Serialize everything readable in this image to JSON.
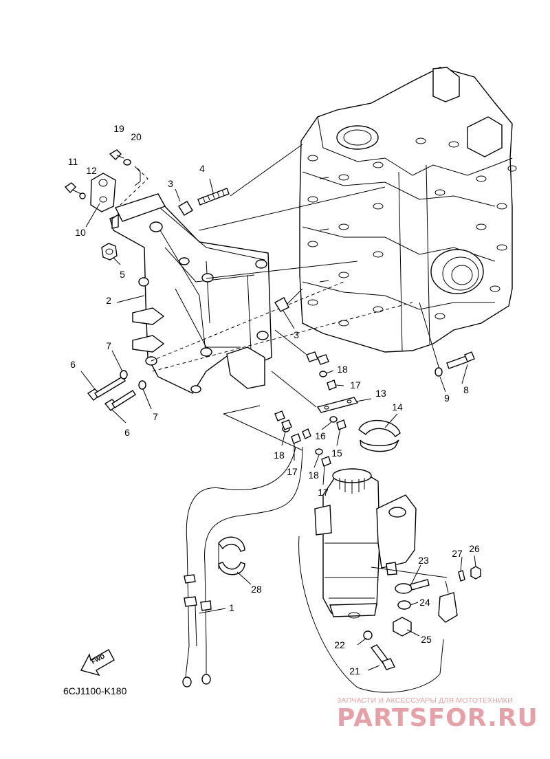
{
  "diagram": {
    "code": "6CJ1100-K180",
    "fwd_label": "FWD",
    "watermark": {
      "tagline": "ЗАПЧАСТИ И АКСЕССУАРЫ ДЛЯ МОТОТЕХНИКИ",
      "brand": "PARTSFOR.RU",
      "color": "#e6a0a8"
    },
    "callouts": {
      "c1": "1",
      "c2": "2",
      "c3a": "3",
      "c3b": "3",
      "c4": "4",
      "c5": "5",
      "c6a": "6",
      "c6b": "6",
      "c7a": "7",
      "c7b": "7",
      "c8": "8",
      "c9": "9",
      "c10": "10",
      "c11": "11",
      "c12": "12",
      "c13": "13",
      "c14": "14",
      "c15": "15",
      "c16": "16",
      "c17a": "17",
      "c17b": "17",
      "c17c": "17",
      "c18a": "18",
      "c18b": "18",
      "c18c": "18",
      "c19": "19",
      "c20": "20",
      "c21": "21",
      "c22": "22",
      "c23": "23",
      "c24": "24",
      "c25": "25",
      "c26": "26",
      "c27": "27",
      "c28": "28"
    }
  }
}
